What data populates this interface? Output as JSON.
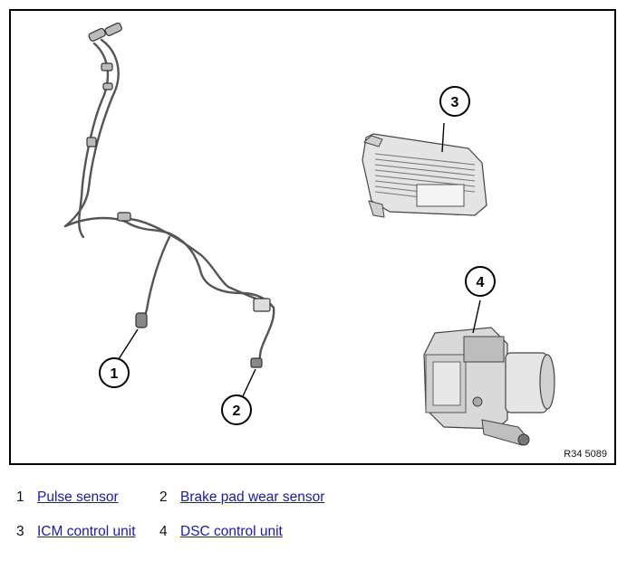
{
  "figure": {
    "reference_code": "R34 5089",
    "callouts": [
      "1",
      "2",
      "3",
      "4"
    ]
  },
  "legend": [
    {
      "number": "1",
      "label": "Pulse sensor"
    },
    {
      "number": "2",
      "label": "Brake pad wear sensor"
    },
    {
      "number": "3",
      "label": "ICM control unit"
    },
    {
      "number": "4",
      "label": "DSC control unit"
    }
  ]
}
